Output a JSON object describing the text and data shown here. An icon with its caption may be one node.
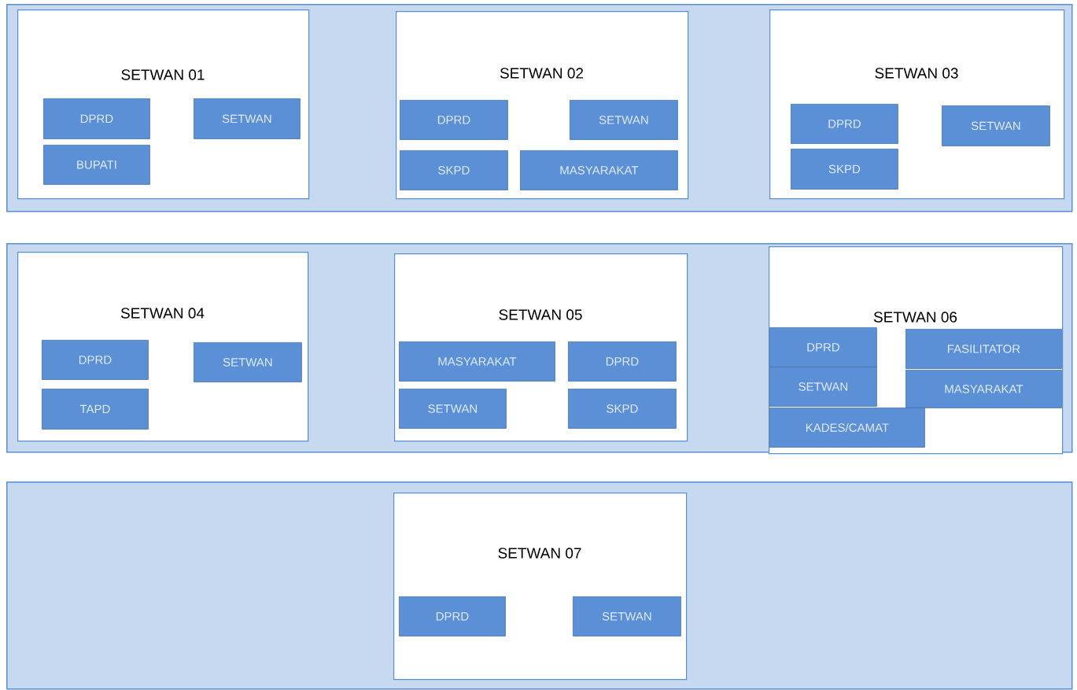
{
  "diagram": {
    "nodes": [
      {
        "text": [],
        "shape": "box"
      },
      {
        "text": [
          "SETWAN 01"
        ],
        "in": 0
      },
      {
        "text": [
          "DPRD"
        ],
        "in": 1
      },
      {
        "text": [
          "SETWAN"
        ],
        "in": 1
      },
      {
        "text": [
          "BUPATI"
        ],
        "in": 1
      },
      {
        "text": [
          "SETWAN 02"
        ],
        "in": 0
      },
      {
        "text": [
          "DPRD"
        ],
        "in": 5
      },
      {
        "text": [
          "SETWAN"
        ],
        "in": 5
      },
      {
        "text": [
          "SKPD"
        ],
        "in": 5
      },
      {
        "text": [
          "MASYARAKAT"
        ],
        "in": 5
      },
      {
        "text": [
          "SETWAN 03"
        ],
        "in": 0
      },
      {
        "text": [
          "DPRD"
        ],
        "in": 10
      },
      {
        "text": [
          "SETWAN"
        ],
        "in": 10
      },
      {
        "text": [
          "SKPD"
        ],
        "in": 10
      },
      {
        "text": [],
        "shape": "box"
      },
      {
        "text": [
          "SETWAN 04"
        ],
        "in": 14
      },
      {
        "text": [
          "DPRD"
        ],
        "in": 15
      },
      {
        "text": [
          "SETWAN"
        ],
        "in": 15
      },
      {
        "text": [
          "TAPD"
        ],
        "in": 15
      },
      {
        "text": [
          "SETWAN 05"
        ],
        "in": 14
      },
      {
        "text": [
          "MASYARAKAT"
        ],
        "in": 19
      },
      {
        "text": [
          "DPRD"
        ],
        "in": 19
      },
      {
        "text": [
          "SETWAN"
        ],
        "in": 19
      },
      {
        "text": [
          "SKPD"
        ],
        "in": 19
      },
      {
        "text": [
          "SETWAN 06"
        ],
        "in": 14
      },
      {
        "text": [
          "DPRD"
        ],
        "in": 24
      },
      {
        "text": [
          "FASILITATOR"
        ],
        "in": 24
      },
      {
        "text": [
          "SETWAN"
        ],
        "in": 24
      },
      {
        "text": [
          "MASYARAKAT"
        ],
        "in": 24
      },
      {
        "text": [
          "KADES/CAMAT"
        ],
        "in": 24
      },
      {
        "text": [],
        "shape": "box"
      },
      {
        "text": [
          "SETWAN 07"
        ],
        "in": 30
      },
      {
        "text": [
          "DPRD"
        ],
        "in": 31
      },
      {
        "text": [
          "SETWAN"
        ],
        "in": 31
      }
    ]
  }
}
